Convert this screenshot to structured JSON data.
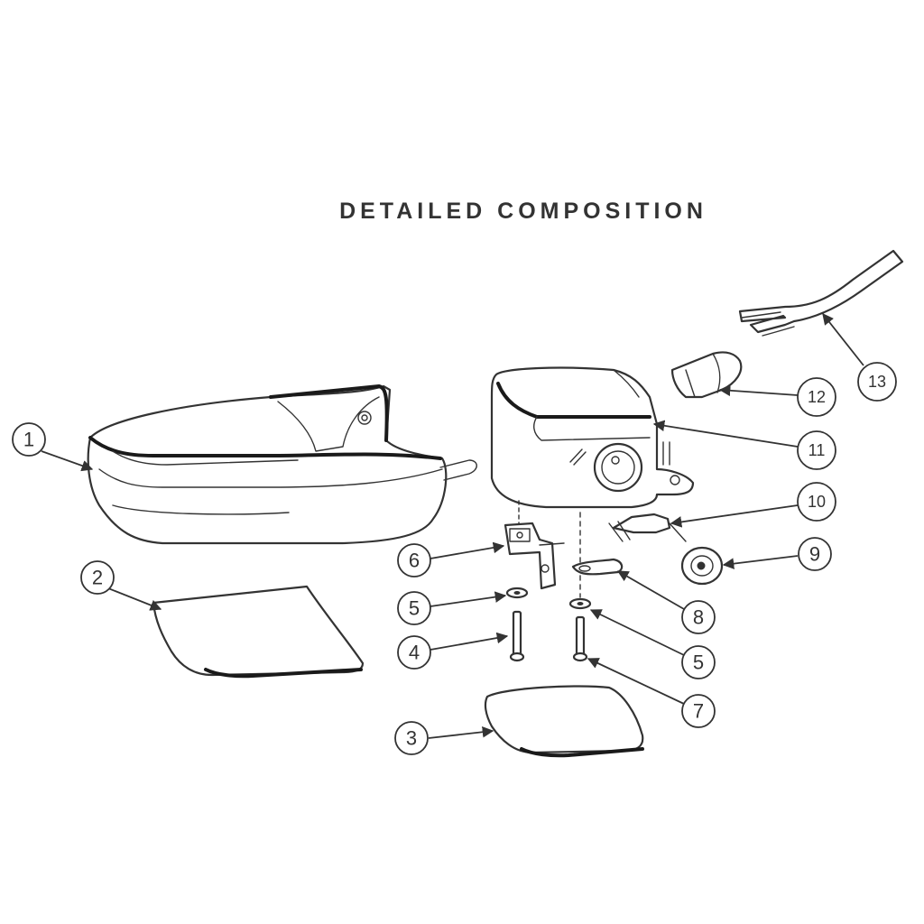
{
  "title": "DETAILED COMPOSITION",
  "callouts": [
    {
      "label": "1"
    },
    {
      "label": "2"
    },
    {
      "label": "3"
    },
    {
      "label": "4"
    },
    {
      "label": "5"
    },
    {
      "label": "6"
    },
    {
      "label": "5"
    },
    {
      "label": "7"
    },
    {
      "label": "8"
    },
    {
      "label": "9"
    },
    {
      "label": "10"
    },
    {
      "label": "11"
    },
    {
      "label": "12"
    },
    {
      "label": "13"
    }
  ],
  "colors": {
    "line": "#333333",
    "background": "#ffffff"
  }
}
